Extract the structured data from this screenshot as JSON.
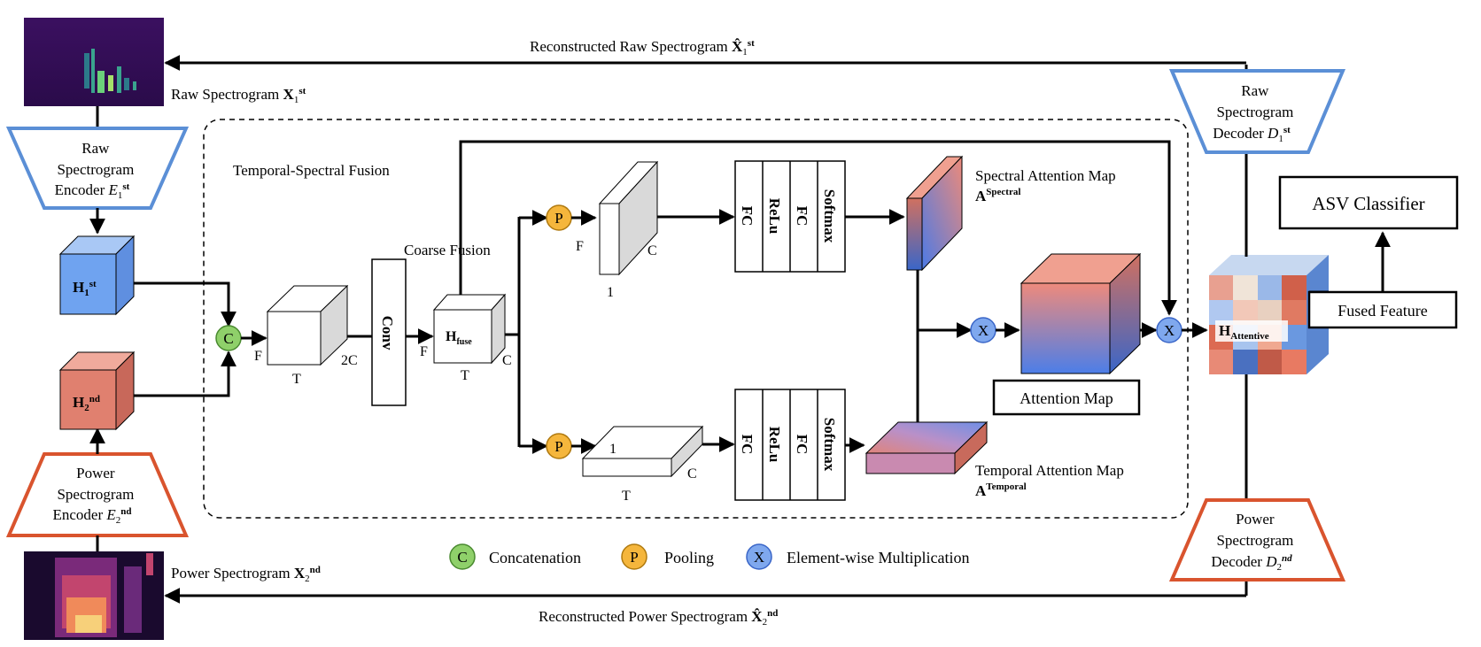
{
  "raw_spectrogram": {
    "label": "Raw Spectrogram",
    "symbol": "X",
    "sub": "1",
    "sup": "st"
  },
  "power_spectrogram": {
    "label": "Power Spectrogram",
    "symbol": "X",
    "sub": "2",
    "sup": "nd"
  },
  "reconstructed_raw": {
    "label": "Reconstructed Raw Spectrogram",
    "symbol": "X̂",
    "sub": "1",
    "sup": "st"
  },
  "reconstructed_power": {
    "label": "Reconstructed Power Spectrogram",
    "symbol": "X̂",
    "sub": "2",
    "sup": "nd"
  },
  "raw_encoder": {
    "line1": "Raw",
    "line2": "Spectrogram",
    "line3": "Encoder",
    "symbol": "E",
    "sub": "1",
    "sup": "st"
  },
  "power_encoder": {
    "line1": "Power",
    "line2": "Spectrogram",
    "line3": "Encoder",
    "symbol": "E",
    "sub": "2",
    "sup": "nd"
  },
  "raw_decoder": {
    "line1": "Raw",
    "line2": "Spectrogram",
    "line3": "Decoder",
    "symbol": "D",
    "sub": "1",
    "sup": "st"
  },
  "power_decoder": {
    "line1": "Power",
    "line2": "Spectrogram",
    "line3": "Decoder",
    "symbol": "D",
    "sub": "2",
    "sup": "nd"
  },
  "h1": {
    "symbol": "H",
    "sub": "1",
    "sup": "st"
  },
  "h2": {
    "symbol": "H",
    "sub": "2",
    "sup": "nd"
  },
  "fusion_title": "Temporal-Spectral Fusion",
  "coarse_fusion": "Coarse  Fusion",
  "conv": "Conv",
  "hfuse": {
    "symbol": "H",
    "sub": "fuse"
  },
  "dims": {
    "F": "F",
    "T": "T",
    "C": "C",
    "twoC": "2C",
    "one": "1"
  },
  "ops": {
    "concat": "C",
    "pool": "P",
    "mult": "X"
  },
  "mlp": {
    "fc": "FC",
    "relu": "ReLu",
    "softmax": "Softmax"
  },
  "spectral_map": {
    "label": "Spectral Attention Map",
    "symbol": "A",
    "sup": "Spectral"
  },
  "temporal_map": {
    "label": "Temporal Attention Map",
    "symbol": "A",
    "sup": "Temporal"
  },
  "attention_map": "Attention Map",
  "hattentive": {
    "symbol": "H",
    "sub": "Attentive"
  },
  "asv_classifier": "ASV Classifier",
  "fused_feature": "Fused Feature",
  "legend": {
    "concat": "Concatenation",
    "pool": "Pooling",
    "mult": "Element-wise Multiplication"
  },
  "colors": {
    "blue_box": "#6fa3f0",
    "red_box": "#e0806f",
    "green_op": "#8fd06a",
    "orange_op": "#f5b63c",
    "blue_op": "#7fa8ee",
    "encoder_blue": "#5b8fd6",
    "encoder_red": "#d9542e"
  }
}
